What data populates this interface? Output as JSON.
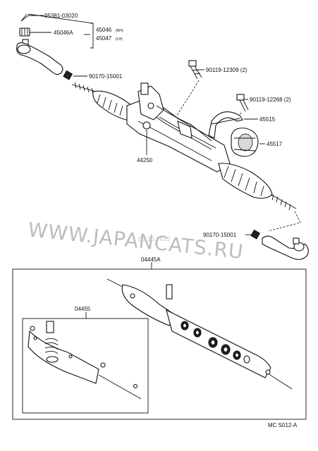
{
  "labels": {
    "p95381": "95381-03020",
    "p45046a_top": "45046A",
    "p45046": "45046",
    "p45046_rh": "(RH)",
    "p45047": "45047",
    "p45047_lh": "(LH)",
    "p90170_top": "90170-15001",
    "p90119_12309": "90119-12309 (2)",
    "p90119_12268": "90119-12268 (2)",
    "p45515": "45515",
    "p45517": "45517",
    "p44250": "44250",
    "p90170_bottom": "90170-15001",
    "p04445a": "04445A",
    "p04455": "04455",
    "code": "MC S012-A"
  },
  "watermark": {
    "text": "WWW.JAPANCATS.RU",
    "date": "05.10.2012"
  }
}
